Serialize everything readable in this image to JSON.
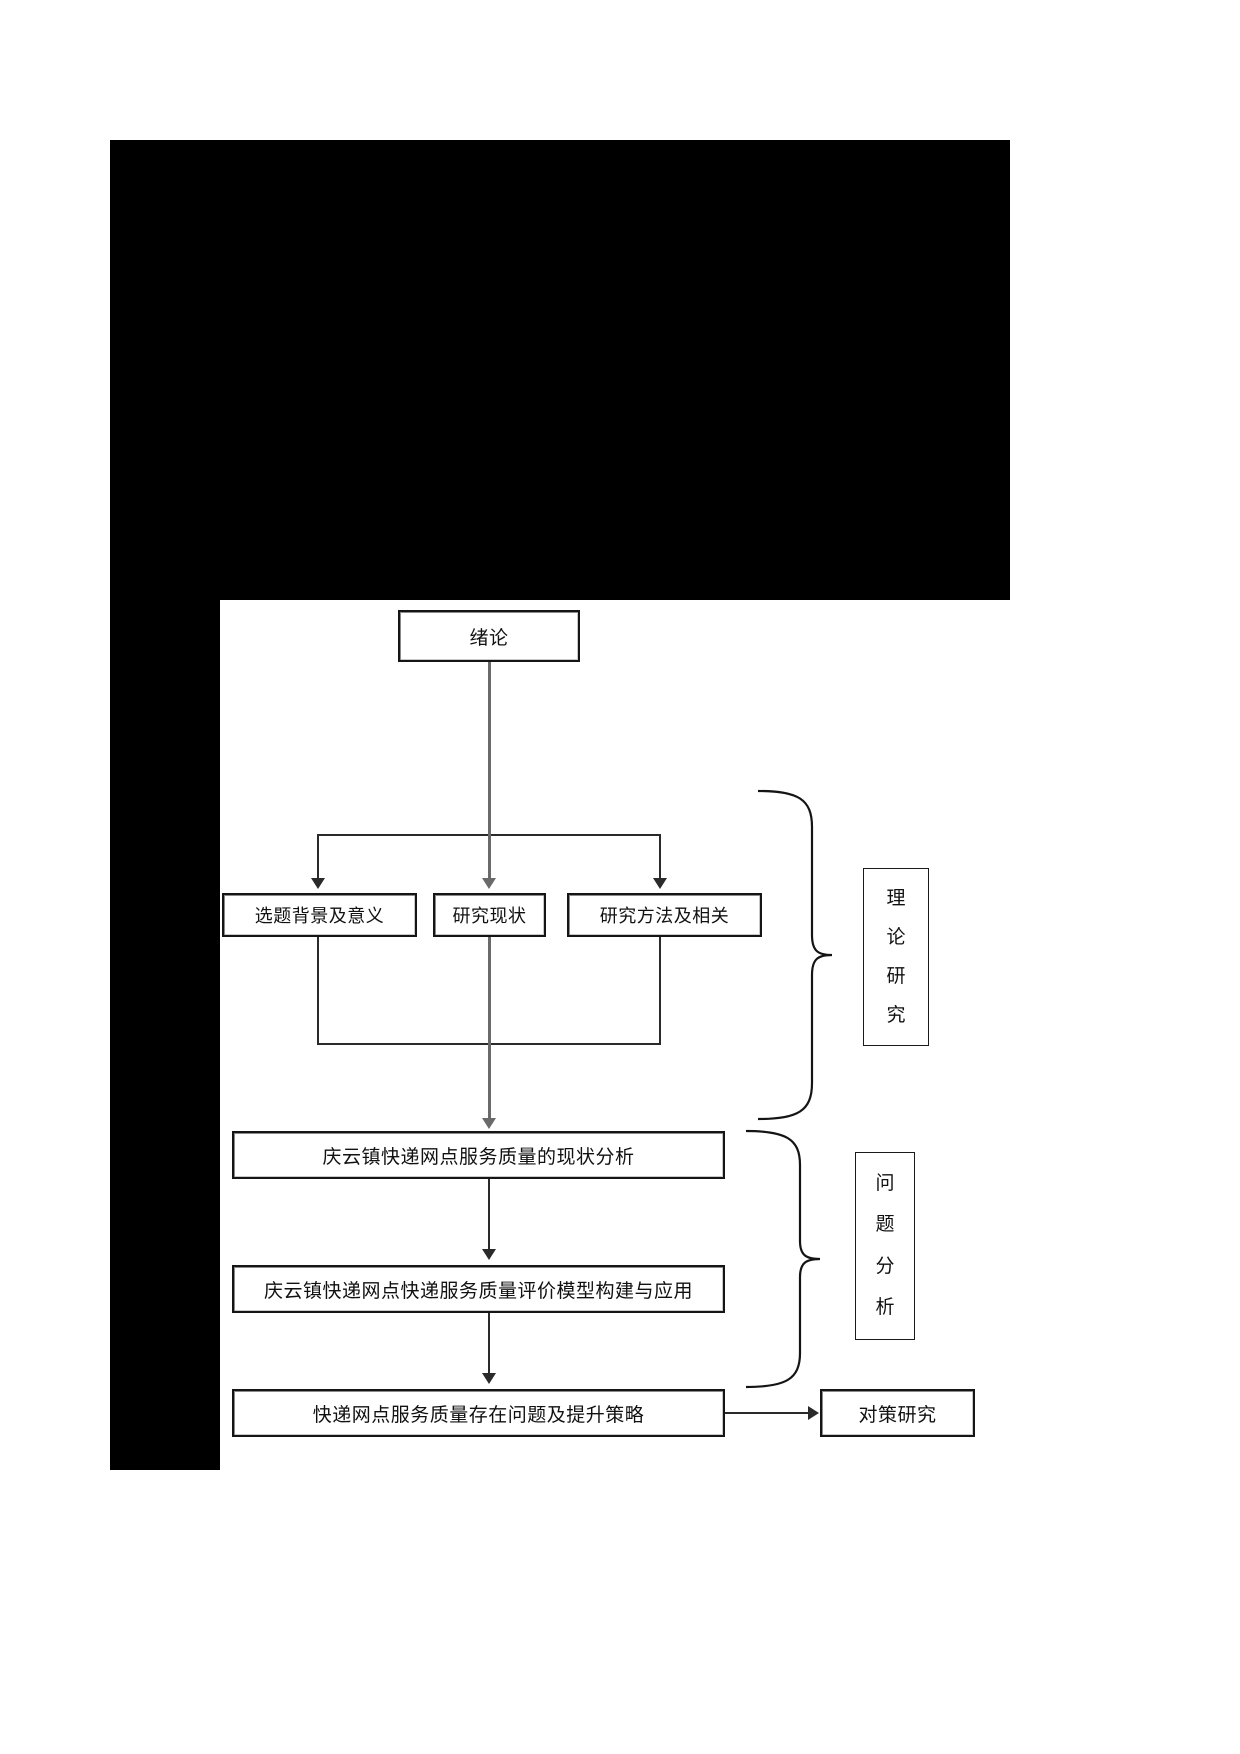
{
  "diagram": {
    "title_box": {
      "label": "绪论"
    },
    "row_boxes": [
      {
        "label": "选题背景及意义"
      },
      {
        "label": "研究现状"
      },
      {
        "label": "研究方法及相关"
      }
    ],
    "stage_boxes": [
      {
        "label": "庆云镇快递网点服务质量的现状分析"
      },
      {
        "label": "庆云镇快递网点快递服务质量评价模型构建与应用"
      },
      {
        "label": "快递网点服务质量存在问题及提升策略"
      }
    ],
    "side_labels": [
      {
        "label": "理论研究",
        "chars": [
          "理",
          "论",
          "研",
          "究"
        ]
      },
      {
        "label": "问题分析",
        "chars": [
          "问",
          "题",
          "分",
          "析"
        ]
      }
    ],
    "outcome_box": {
      "label": "对策研究"
    },
    "colors": {
      "line": "#6a6a6a",
      "line_dark": "#2a2a2a",
      "box_border": "#1a1a1a",
      "redaction": "#000000",
      "background": "#ffffff"
    }
  }
}
